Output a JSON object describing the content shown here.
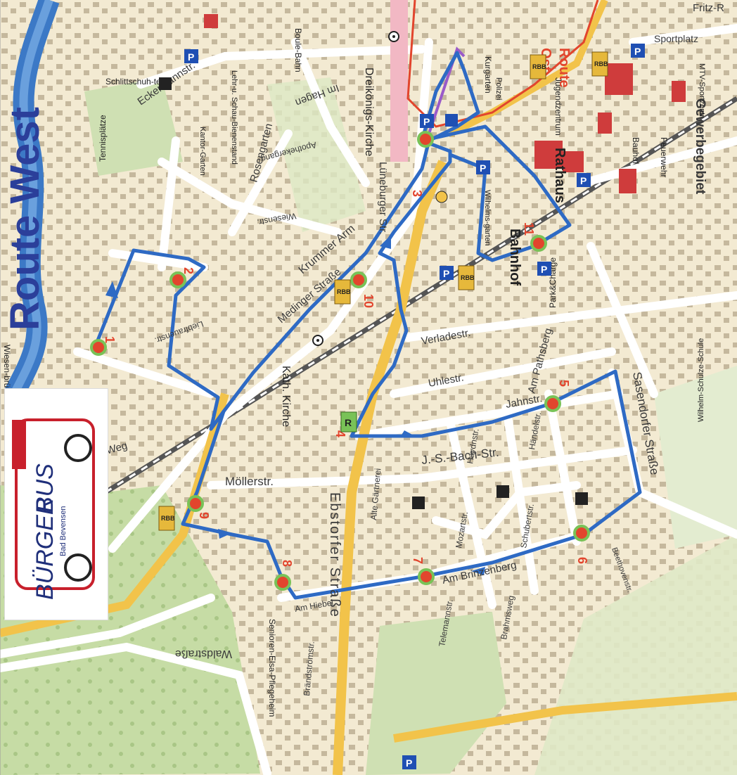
{
  "map": {
    "title": "Route West",
    "other_route_label_1": "Ost-",
    "other_route_label_2": "Route",
    "colors": {
      "route": "#2e6ac4",
      "stop": "#e2452d",
      "stop_ring": "#79c257",
      "main_road": "#f2c34a",
      "river": "#3c79c6",
      "park": "#cfe0b3",
      "forest": "#b9d39a",
      "building": "#b7a88d",
      "bg": "#f3ead2"
    },
    "stops": [
      {
        "number": "1"
      },
      {
        "number": "2"
      },
      {
        "number": "3"
      },
      {
        "number": "4"
      },
      {
        "number": "5"
      },
      {
        "number": "6"
      },
      {
        "number": "7"
      },
      {
        "number": "8"
      },
      {
        "number": "9"
      },
      {
        "number": "10"
      },
      {
        "number": "11"
      }
    ],
    "streets": [
      {
        "name": "Ebstorfer Straße"
      },
      {
        "name": "Möllerstr."
      },
      {
        "name": "J.-S.-Bach-Str."
      },
      {
        "name": "Jahnstr."
      },
      {
        "name": "Uhlestr."
      },
      {
        "name": "Verladestr."
      },
      {
        "name": "Am Pathsberg"
      },
      {
        "name": "Am Brinzenberg"
      },
      {
        "name": "Sasendorfer Straße"
      },
      {
        "name": "Schwarzer Weg"
      },
      {
        "name": "Waldstraße"
      },
      {
        "name": "Eckermannstr."
      },
      {
        "name": "Im Hagen"
      },
      {
        "name": "Rosengarten"
      },
      {
        "name": "Krummer Arm"
      },
      {
        "name": "Medinger Straße"
      },
      {
        "name": "Lüneburger Str."
      },
      {
        "name": "Alte Gärtnerei"
      },
      {
        "name": "Brahmsweg"
      },
      {
        "name": "Schubertstr."
      },
      {
        "name": "Haydnstr."
      },
      {
        "name": "Händelstr."
      },
      {
        "name": "Mozartstr."
      },
      {
        "name": "Telemannstr."
      },
      {
        "name": "Am Hiebel"
      },
      {
        "name": "Brändströmstr."
      },
      {
        "name": "Apothekergang"
      },
      {
        "name": "Wiesenstr."
      },
      {
        "name": "Liebfrauenstr."
      },
      {
        "name": "Beethovenstr."
      },
      {
        "name": "Gewerbegebiet"
      },
      {
        "name": "Fritz-R"
      },
      {
        "name": "Sportplatz"
      }
    ],
    "places": [
      {
        "name": "Tennisplätze"
      },
      {
        "name": "Schlittschuh-teich"
      },
      {
        "name": "Wiesen-brücke"
      },
      {
        "name": "Kath. Kirche"
      },
      {
        "name": "Dreikönigs-Kirche"
      },
      {
        "name": "Bahnhof"
      },
      {
        "name": "Rathaus"
      },
      {
        "name": "Park&Charge"
      },
      {
        "name": "Senioren-Elsa-Pflegeheim"
      },
      {
        "name": "Kurgarten"
      },
      {
        "name": "Jugendzentrum"
      },
      {
        "name": "Bauhof"
      },
      {
        "name": "Feuerwehr"
      },
      {
        "name": "Wilhelm-Schulze-Schule"
      },
      {
        "name": "Lehr-u. Schau-Bienenstand"
      },
      {
        "name": "Polizei"
      },
      {
        "name": "Wilhelms-garten"
      },
      {
        "name": "Boule-Bahn"
      },
      {
        "name": "MTV-Sportzentr."
      },
      {
        "name": "Kantor-Garten"
      }
    ],
    "badges": {
      "parking": "P",
      "rail": "RBB",
      "bus": "R"
    }
  },
  "logo": {
    "line1": "BÜRGER",
    "line2": "BUS",
    "line3": "Bad Bevensen"
  }
}
